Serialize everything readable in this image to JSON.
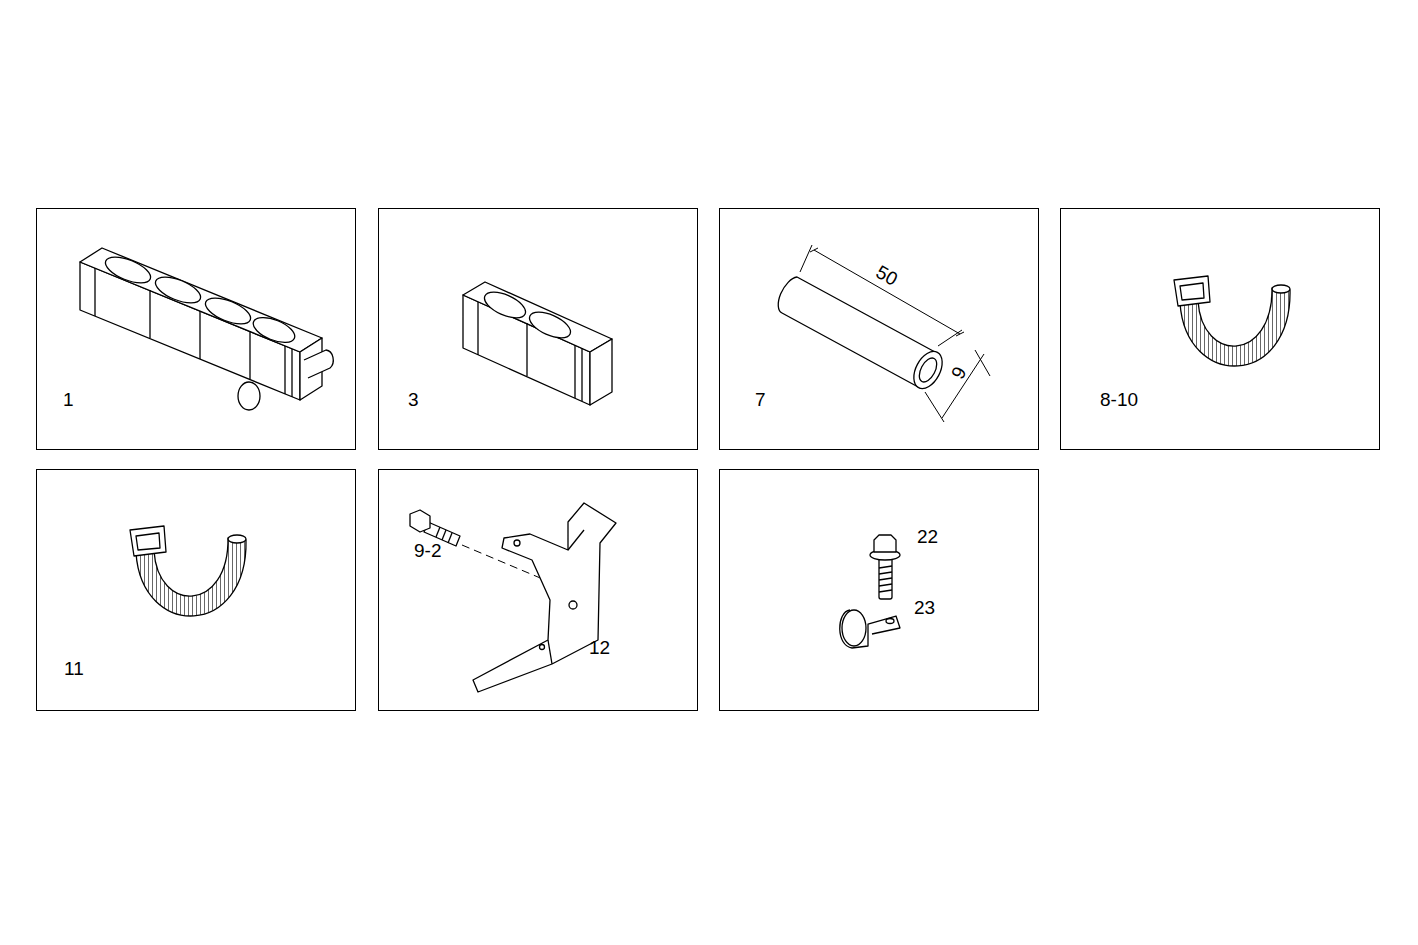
{
  "diagram": {
    "nodes": [
      {
        "text": [
          "1"
        ]
      },
      {
        "text": [
          "3"
        ]
      },
      {
        "text": [
          "7",
          "50",
          "9"
        ]
      },
      {
        "text": [
          "8-10"
        ]
      },
      {
        "text": [
          "11"
        ]
      },
      {
        "text": [
          "9-2",
          "12"
        ]
      },
      {
        "text": [
          "22",
          "23"
        ]
      }
    ]
  }
}
